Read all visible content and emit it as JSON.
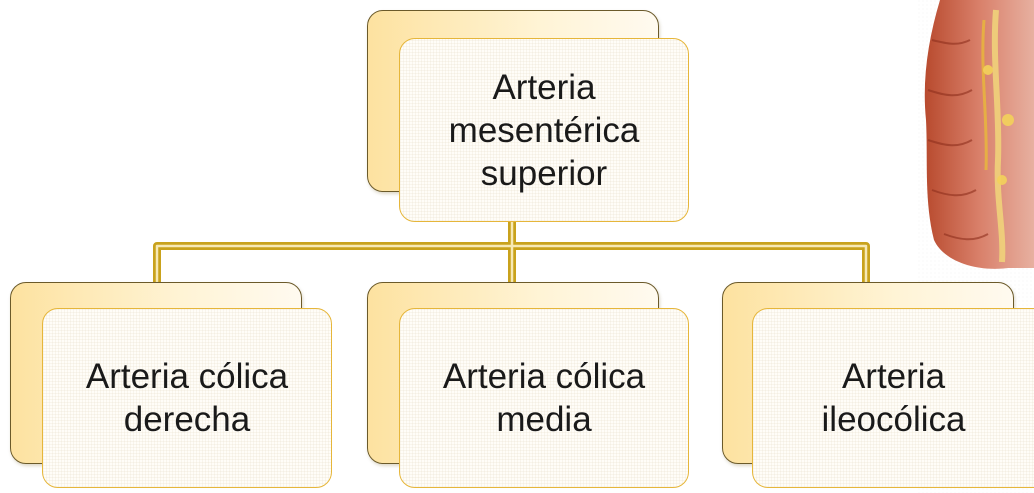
{
  "diagram": {
    "root": {
      "label": "Arteria mesentérica superior"
    },
    "children": [
      {
        "label": "Arteria cólica derecha"
      },
      {
        "label": "Arteria cólica media"
      },
      {
        "label": "Arteria ileocólica"
      }
    ]
  },
  "colors": {
    "connector_outer": "#c9a21c",
    "connector_inner": "#f7e9b5",
    "card_border": "#e6b63a",
    "back_card_border": "#6b5a2a"
  },
  "image": {
    "name": "colon-anatomy-illustration"
  }
}
